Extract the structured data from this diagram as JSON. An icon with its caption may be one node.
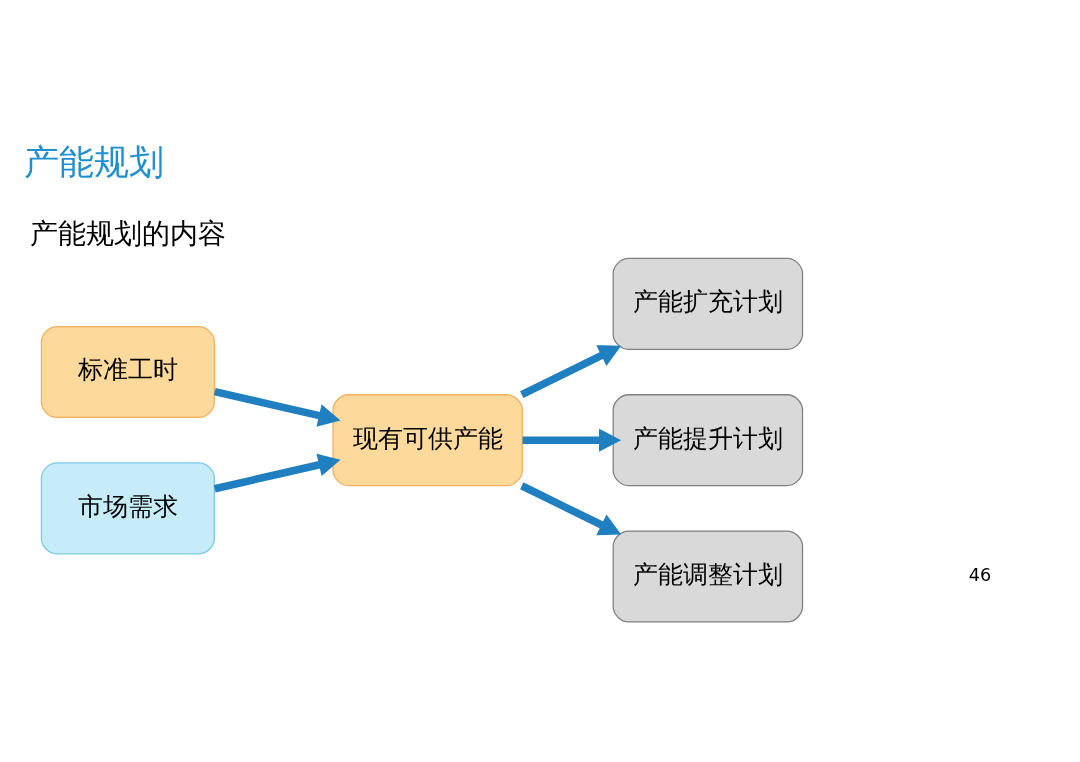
{
  "diagram": {
    "title": "产能规划",
    "nodes": [
      {
        "text": [
          "标准工时"
        ]
      },
      {
        "text": [
          "市场需求"
        ]
      },
      {
        "text": [
          "现有可供产能"
        ]
      },
      {
        "text": [
          "产能扩充计划"
        ]
      },
      {
        "text": [
          "产能提升计划"
        ]
      },
      {
        "text": [
          "产能调整计划"
        ]
      }
    ],
    "edges": [
      {
        "from": 0,
        "to": 2,
        "arrow": "to"
      },
      {
        "from": 1,
        "to": 2,
        "arrow": "to"
      },
      {
        "from": 2,
        "to": 3,
        "arrow": "to"
      },
      {
        "from": 2,
        "to": 4,
        "arrow": "to"
      },
      {
        "from": 2,
        "to": 5,
        "arrow": "to"
      }
    ],
    "labels": [
      "产能规划的内容",
      "46"
    ]
  }
}
